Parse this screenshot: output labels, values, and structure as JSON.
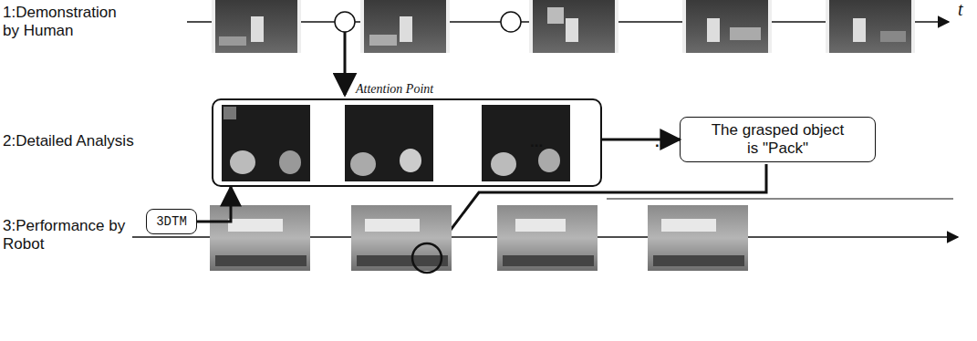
{
  "diagram": {
    "nodes": [
      {
        "text": [
          "...",
          "..."
        ]
      },
      {
        "text": [
          "3DTM"
        ]
      },
      {
        "text": [
          "The grasped object is \"Pack\""
        ]
      }
    ],
    "edges": [
      {
        "from": 0,
        "to": 2,
        "arrow": "to"
      },
      {
        "from": 1,
        "to": 0,
        "arrow": "to"
      }
    ],
    "labels": [
      "1:Demonstration by Human",
      "t",
      "Attention Point",
      "2:Detailed Analysis",
      "3:Performance by Robot"
    ]
  }
}
